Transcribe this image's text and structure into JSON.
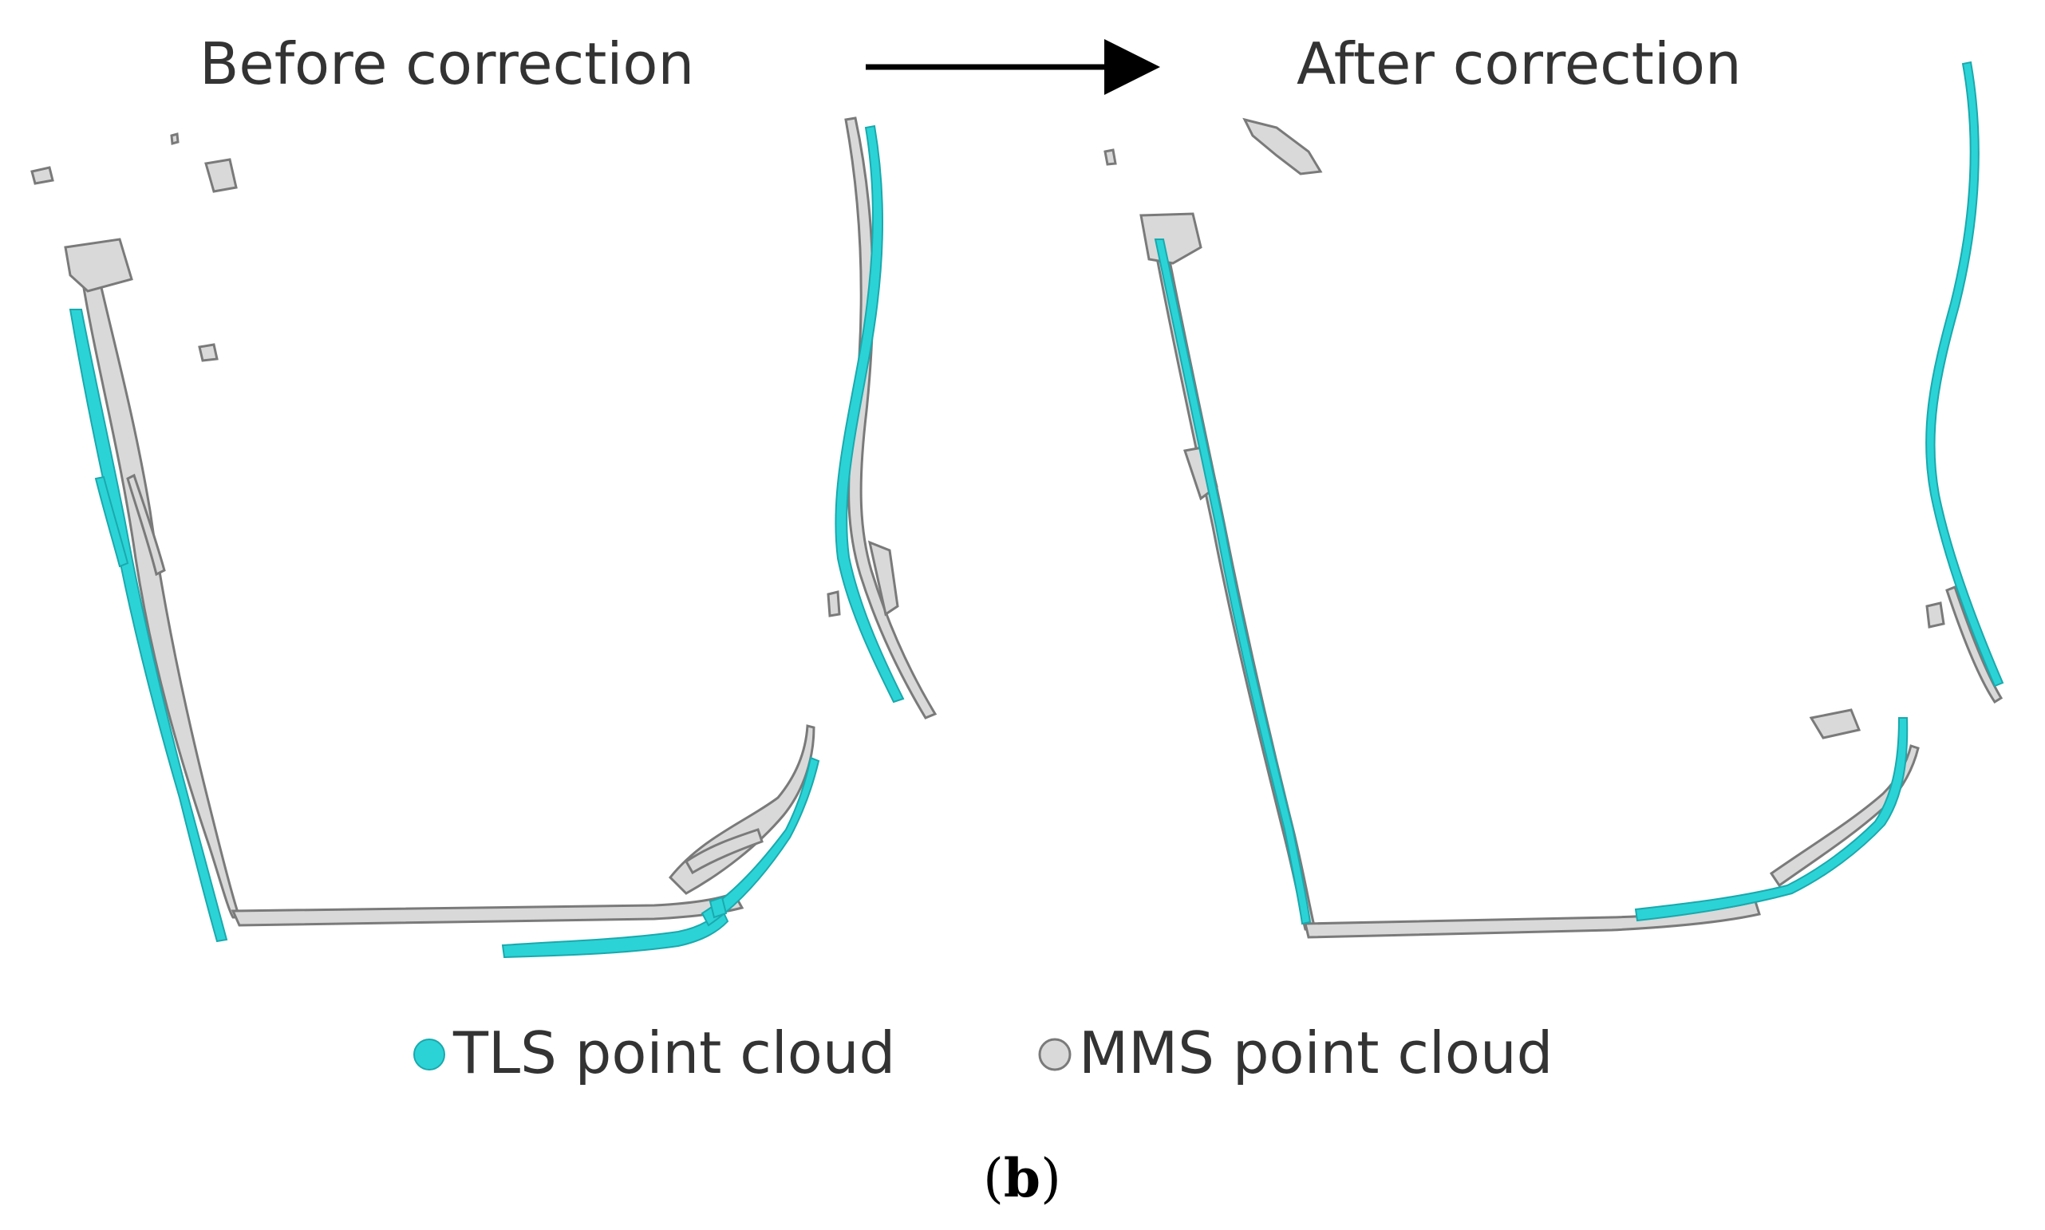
{
  "figure": {
    "before_label": "Before correction",
    "after_label": "After correction",
    "legend": {
      "tls_label": "TLS point cloud",
      "mms_label": "MMS point cloud"
    },
    "panel_caption": {
      "open": "(",
      "letter": "b",
      "close": ")"
    }
  },
  "colors": {
    "tls": "#2bd3d6",
    "tls_edge": "#1aa9ad",
    "mms": "#d9d9d9",
    "mms_edge": "#7a7a7a",
    "text": "#333333"
  }
}
